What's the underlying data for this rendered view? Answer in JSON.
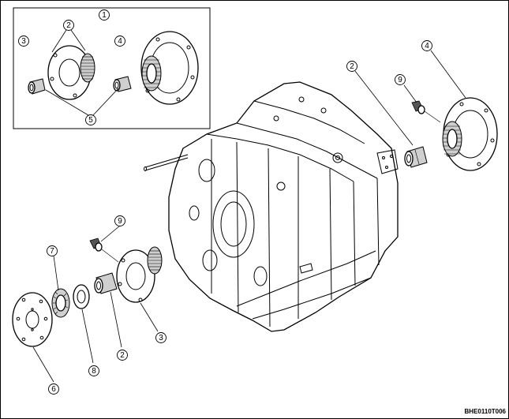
{
  "figure_code": "BHE0110T006",
  "callouts": {
    "inset_title": "1",
    "inset_2": "2",
    "inset_3": "3",
    "inset_4": "4",
    "inset_5": "5",
    "right_2": "2",
    "right_9": "9",
    "right_4": "4",
    "left_9": "9",
    "left_7": "7",
    "left_3": "3",
    "left_2": "2",
    "left_8": "8",
    "left_6": "6"
  }
}
